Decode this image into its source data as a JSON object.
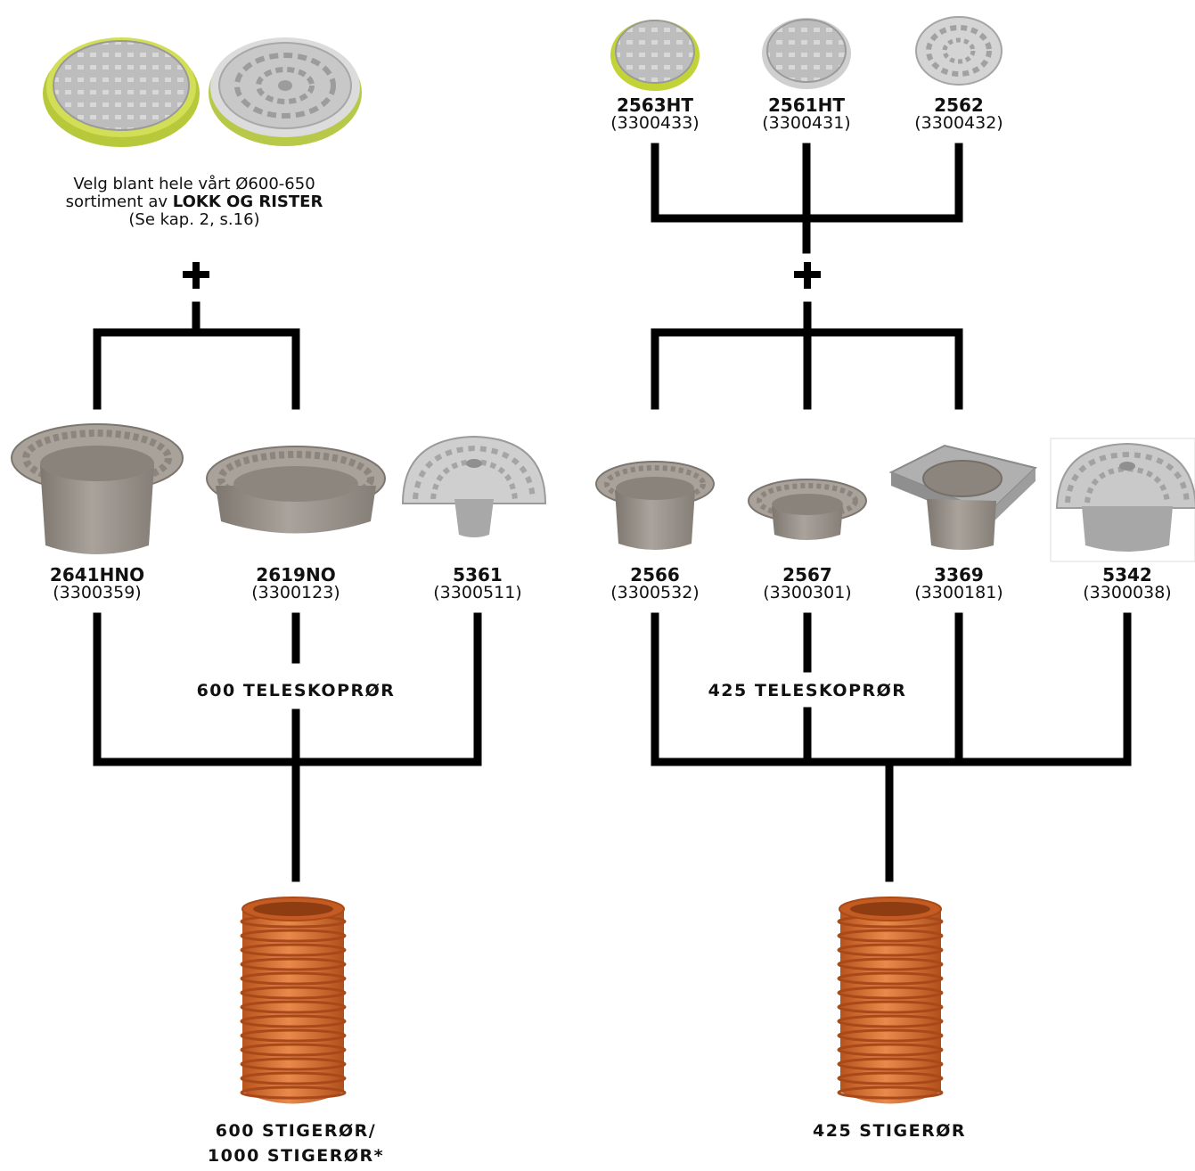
{
  "intro": {
    "line1": "Velg blant hele vårt Ø600-650",
    "line2_prefix": "sortiment av ",
    "line2_bold": "LOKK OG RISTER",
    "line3": "(Se kap. 2, s.16)"
  },
  "plus_symbol": "+",
  "top_lids": [
    {
      "code": "2563HT",
      "number": "(3300433)"
    },
    {
      "code": "2561HT",
      "number": "(3300431)"
    },
    {
      "code": "2562",
      "number": "(3300432)"
    }
  ],
  "left_frames": [
    {
      "code": "2641HNO",
      "number": "(3300359)"
    },
    {
      "code": "2619NO",
      "number": "(3300123)"
    },
    {
      "code": "5361",
      "number": "(3300511)"
    }
  ],
  "right_frames": [
    {
      "code": "2566",
      "number": "(3300532)"
    },
    {
      "code": "2567",
      "number": "(3300301)"
    },
    {
      "code": "3369",
      "number": "(3300181)"
    },
    {
      "code": "5342",
      "number": "(3300038)"
    }
  ],
  "telescopes": {
    "left": "600 TELESKOPRØR",
    "right": "425 TELESKOPRØR"
  },
  "risers": {
    "left_line1": "600 STIGERØR/",
    "left_line2": "1000 STIGERØR*",
    "right": "425 STIGERØR"
  },
  "colors": {
    "lines": "#000000",
    "gray_product": "#9d958e",
    "light_gray": "#c9c9c9",
    "riser_orange": "#d8692c",
    "lid_yellow_ring": "#c8d63a"
  }
}
